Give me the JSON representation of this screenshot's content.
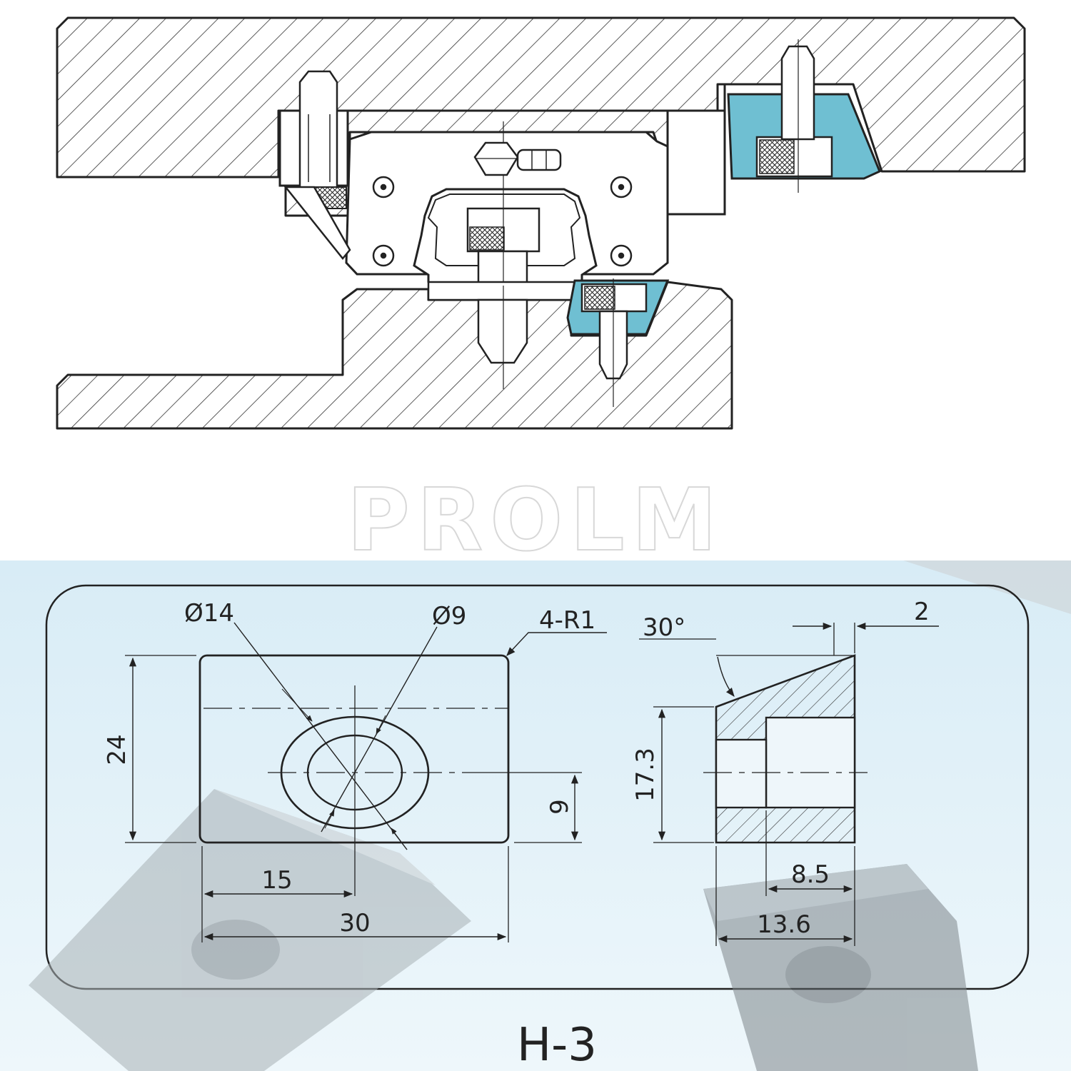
{
  "watermark": "PROLM",
  "front_view": {
    "outer_diameter_label": "Ø14",
    "inner_diameter_label": "Ø9",
    "corner_radius_label": "4-R1",
    "height_label": "24",
    "hole_center_height_label": "9",
    "hole_center_x_label": "15",
    "width_label": "30"
  },
  "side_view": {
    "angle_label": "30°",
    "top_offset_label": "2",
    "height_label": "17.3",
    "inner_depth_label": "8.5",
    "length_label": "13.6"
  },
  "part_code": "H-3",
  "colors": {
    "accent_blue": "#6fbfd2",
    "panel_bg": "#e3f1f8",
    "line": "#222222"
  }
}
